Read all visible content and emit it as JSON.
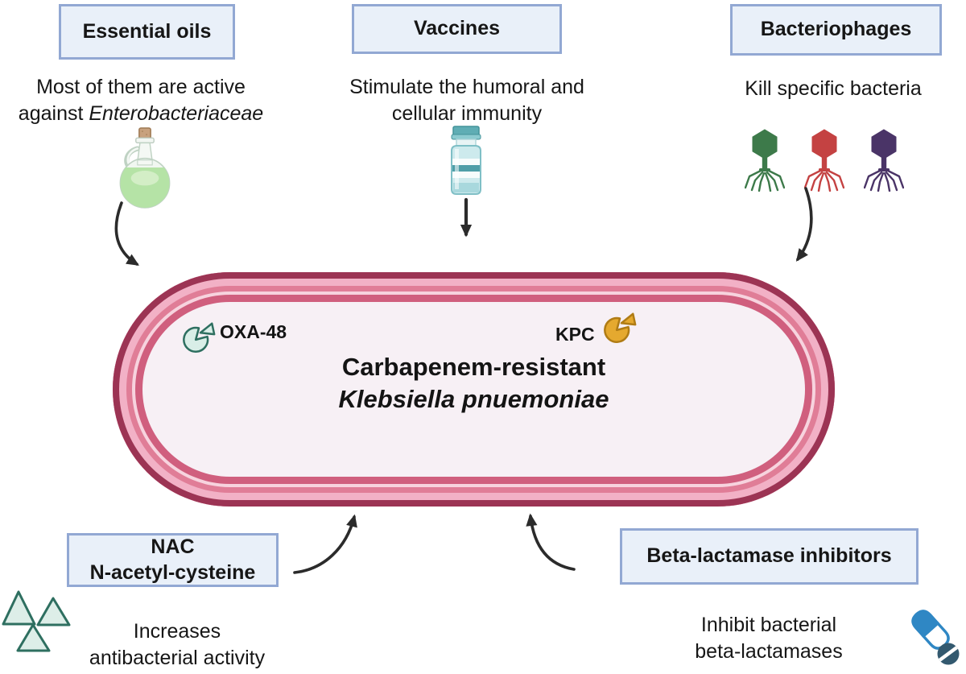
{
  "essential_oils": {
    "title": "Essential oils",
    "desc_line1": "Most of them are active",
    "desc_line2_plain": "against",
    "desc_line2_italic": "Enterobacteriaceae",
    "icon": "oil-bottle-icon"
  },
  "vaccines": {
    "title": "Vaccines",
    "desc_line1": "Stimulate the humoral and",
    "desc_line2": "cellular immunity",
    "icon": "vaccine-vial-icon"
  },
  "bacteriophages": {
    "title": "Bacteriophages",
    "desc": "Kill specific bacteria",
    "icon": "bacteriophage-icons",
    "phage_colors": [
      "#3d7a4a",
      "#c44242",
      "#4a3467"
    ]
  },
  "cell": {
    "enzyme_left": "OXA-48",
    "enzyme_right": "KPC",
    "title_line1": "Carbapenem-resistant",
    "title_line2": "Klebsiella pnuemoniae",
    "enzyme_left_colors": {
      "fill": "#d9eee7",
      "stroke": "#2e6f60"
    },
    "enzyme_right_colors": {
      "fill": "#e5a92f",
      "stroke": "#b07c15"
    }
  },
  "nac": {
    "title_line1": "NAC",
    "title_line2": "N-acetyl-cysteine",
    "desc_line1": "Increases",
    "desc_line2": "antibacterial activity",
    "icon": "nac-triangles-icon"
  },
  "beta_lactamase_inhibitors": {
    "title": "Beta-lactamase inhibitors",
    "desc_line1": "Inhibit bacterial",
    "desc_line2": "beta-lactamases",
    "icon": "pill-icon"
  },
  "colors": {
    "label_box_fill": "#e9f0f9",
    "label_box_border": "#92a8d3",
    "text": "#161616",
    "arrow": "#2b2b2b",
    "cell_outer_ring": "#9c3454",
    "cell_ring_light_pink": "#f2b1c6",
    "cell_ring_mid_pink": "#e07d97",
    "cell_ring_pale_pink": "#f7d3de",
    "cell_ring_rose": "#d05f7e",
    "cell_interior": "#f7f0f5",
    "pill_blue": "#2f87c4",
    "tablet_dark": "#33596f",
    "triangle_fill": "#ddeee8",
    "triangle_stroke": "#2e6f60",
    "oil_liquid_green": "#b5e3a6",
    "vial_teal": "#5fadb4"
  }
}
